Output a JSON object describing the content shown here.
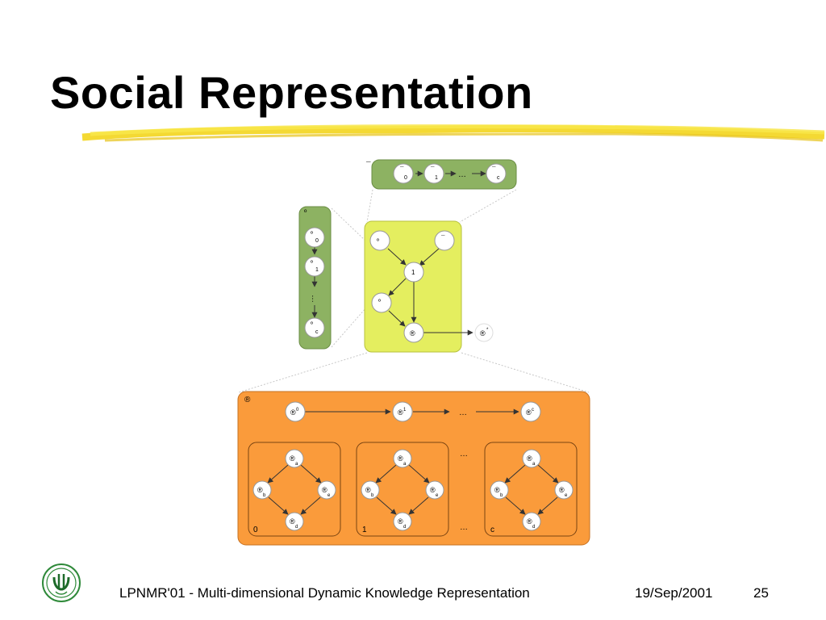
{
  "slide": {
    "title": "Social Representation"
  },
  "diagram": {
    "top_group": {
      "label": "¯",
      "nodes": [
        {
          "sym": "¯",
          "sub": "0"
        },
        {
          "sym": "¯",
          "sub": "1"
        },
        {
          "sym": "¯",
          "sub": "c"
        }
      ],
      "ellipsis": "…"
    },
    "left_group": {
      "label": "º",
      "nodes": [
        {
          "sym": "º",
          "sub": "0"
        },
        {
          "sym": "º",
          "sub": "1"
        },
        {
          "sym": "º",
          "sub": "c"
        }
      ],
      "ellipsis": "…"
    },
    "middle_group": {
      "nodes": [
        {
          "sym": "º",
          "sub": ""
        },
        {
          "sym": "¯",
          "sub": ""
        },
        {
          "sym": "1",
          "sub": ""
        },
        {
          "sym": "º",
          "sub": ""
        },
        {
          "sym": "®",
          "sub": ""
        }
      ],
      "outside_node": {
        "sym": "®",
        "sup": "*"
      }
    },
    "bottom_group": {
      "label": "®",
      "top_row": [
        {
          "sym": "®",
          "sup": "0"
        },
        {
          "sym": "®",
          "sup": "1"
        },
        {
          "sym": "®",
          "sup": "c"
        }
      ],
      "ellipsis": "…",
      "subgroups": [
        {
          "label": "0",
          "nodes": [
            {
              "sym": "®",
              "sub": "a"
            },
            {
              "sym": "®",
              "sub": "b"
            },
            {
              "sym": "®",
              "sub": "e"
            },
            {
              "sym": "®",
              "sub": "d"
            }
          ]
        },
        {
          "label": "1",
          "nodes": [
            {
              "sym": "®",
              "sub": "a"
            },
            {
              "sym": "®",
              "sub": "b"
            },
            {
              "sym": "®",
              "sub": "e"
            },
            {
              "sym": "®",
              "sub": "d"
            }
          ]
        },
        {
          "label": "c",
          "nodes": [
            {
              "sym": "®",
              "sub": "a"
            },
            {
              "sym": "®",
              "sub": "b"
            },
            {
              "sym": "®",
              "sub": "e"
            },
            {
              "sym": "®",
              "sub": "d"
            }
          ]
        }
      ],
      "mid_ellipses": [
        "…",
        "…"
      ]
    },
    "colors": {
      "green_box": "#8db262",
      "lime_box": "#e4ee5f",
      "orange_box": "#fa9b3b",
      "node_fill": "#ffffff",
      "highlight_stroke": "#f0d21c"
    }
  },
  "footer": {
    "text": "LPNMR'01 - Multi-dimensional Dynamic Knowledge Representation",
    "date": "19/Sep/2001",
    "page": "25",
    "logo_icon": "university-seal-icon"
  }
}
